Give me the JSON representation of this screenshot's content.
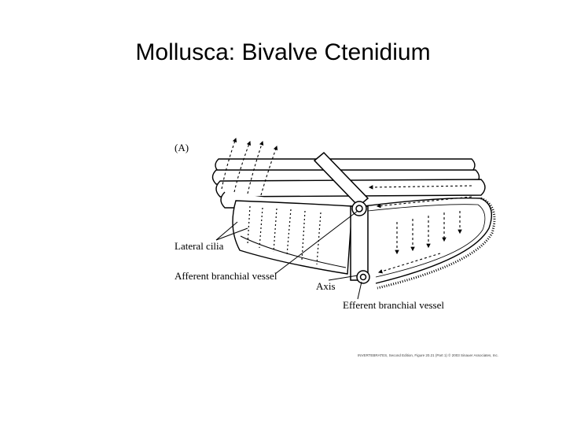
{
  "slide": {
    "title": "Mollusca: Bivalve Ctenidium"
  },
  "figure": {
    "panel_label": "(A)",
    "labels": {
      "lateral_cilia": "Lateral cilia",
      "afferent_vessel": "Afferent branchial vessel",
      "axis": "Axis",
      "efferent_vessel": "Efferent branchial vessel"
    },
    "credit": "INVERTEBRATES, Second Edition, Figure 20.21 (Part 1) © 2003 Sinauer Associates, Inc."
  },
  "colors": {
    "ink": "#000000",
    "background": "#ffffff"
  }
}
